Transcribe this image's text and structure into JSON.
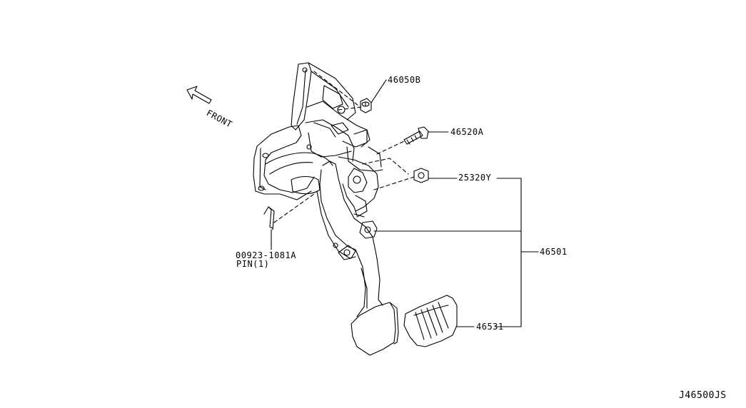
{
  "orientation": {
    "label": "FRONT",
    "icon": "front-arrow-icon"
  },
  "callouts": {
    "nut_upper": "46050B",
    "bolt": "46520A",
    "nut_lower": "25320Y",
    "pedal_assembly": "46501",
    "pedal_pad": "46531",
    "pin_number": "00923-1081A",
    "pin_description": "PIN(1)"
  },
  "diagram_id": "J46500JS",
  "colors": {
    "line": "#000000",
    "background": "#ffffff"
  }
}
